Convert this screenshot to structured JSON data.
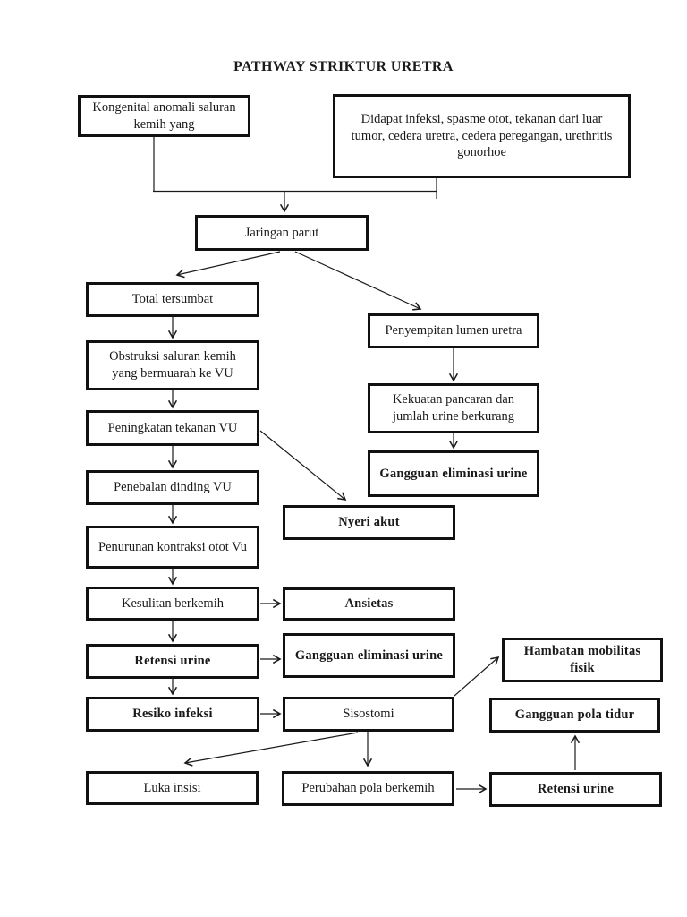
{
  "title": "PATHWAY STRIKTUR URETRA",
  "colors": {
    "ink": "#1a1a1a",
    "border": "#111111",
    "background": "#ffffff"
  },
  "nodes": {
    "kongenital": {
      "label": "Kongenital anomali saluran kemih yang",
      "emphasis": "normal"
    },
    "didapat": {
      "label": "Didapat infeksi, spasme otot, tekanan dari luar tumor, cedera uretra, cedera peregangan, urethritis gonorhoe",
      "emphasis": "normal"
    },
    "jaringan_parut": {
      "label": "Jaringan parut",
      "emphasis": "normal"
    },
    "total_tersumbat": {
      "label": "Total tersumbat",
      "emphasis": "normal"
    },
    "obstruksi": {
      "label": "Obstruksi saluran kemih yang bermuarah ke VU",
      "emphasis": "normal"
    },
    "peningkatan_tekanan": {
      "label": "Peningkatan tekanan VU",
      "emphasis": "normal"
    },
    "penebalan_dinding": {
      "label": "Penebalan dinding  VU",
      "emphasis": "normal"
    },
    "penurunan_kontraksi": {
      "label": "Penurunan kontraksi otot Vu",
      "emphasis": "normal"
    },
    "kesulitan_berkemih": {
      "label": "Kesulitan berkemih",
      "emphasis": "normal"
    },
    "retensi_urine_kiri": {
      "label": "Retensi urine",
      "emphasis": "bold"
    },
    "resiko_infeksi": {
      "label": "Resiko infeksi",
      "emphasis": "bold"
    },
    "penyempitan_lumen": {
      "label": "Penyempitan lumen uretra",
      "emphasis": "normal"
    },
    "kekuatan_pancaran": {
      "label": "Kekuatan pancaran dan jumlah urine berkurang",
      "emphasis": "normal"
    },
    "gangguan_eliminasi_kanan": {
      "label": "Gangguan eliminasi urine",
      "emphasis": "bold"
    },
    "nyeri_akut": {
      "label": "Nyeri akut",
      "emphasis": "bold"
    },
    "ansietas": {
      "label": "Ansietas",
      "emphasis": "bold"
    },
    "gangguan_eliminasi_tengah": {
      "label": "Gangguan eliminasi urine",
      "emphasis": "bold"
    },
    "sisostomi": {
      "label": "Sisostomi",
      "emphasis": "normal"
    },
    "hambatan_mobilitas": {
      "label": "Hambatan mobilitas fisik",
      "emphasis": "bold"
    },
    "gangguan_pola_tidur": {
      "label": "Gangguan pola tidur",
      "emphasis": "bold"
    },
    "luka_insisi": {
      "label": "Luka insisi",
      "emphasis": "normal"
    },
    "perubahan_pola": {
      "label": "Perubahan pola berkemih",
      "emphasis": "normal"
    },
    "retensi_urine_bawah": {
      "label": "Retensi urine",
      "emphasis": "bold"
    }
  },
  "edges": [
    {
      "from": "kongenital",
      "to": "jaringan_parut"
    },
    {
      "from": "didapat",
      "to": "jaringan_parut"
    },
    {
      "from": "jaringan_parut",
      "to": "total_tersumbat"
    },
    {
      "from": "jaringan_parut",
      "to": "penyempitan_lumen"
    },
    {
      "from": "total_tersumbat",
      "to": "obstruksi"
    },
    {
      "from": "obstruksi",
      "to": "peningkatan_tekanan"
    },
    {
      "from": "peningkatan_tekanan",
      "to": "penebalan_dinding"
    },
    {
      "from": "peningkatan_tekanan",
      "to": "nyeri_akut"
    },
    {
      "from": "penebalan_dinding",
      "to": "penurunan_kontraksi"
    },
    {
      "from": "penurunan_kontraksi",
      "to": "kesulitan_berkemih"
    },
    {
      "from": "kesulitan_berkemih",
      "to": "ansietas"
    },
    {
      "from": "kesulitan_berkemih",
      "to": "retensi_urine_kiri"
    },
    {
      "from": "retensi_urine_kiri",
      "to": "gangguan_eliminasi_tengah"
    },
    {
      "from": "retensi_urine_kiri",
      "to": "resiko_infeksi"
    },
    {
      "from": "resiko_infeksi",
      "to": "sisostomi"
    },
    {
      "from": "penyempitan_lumen",
      "to": "kekuatan_pancaran"
    },
    {
      "from": "kekuatan_pancaran",
      "to": "gangguan_eliminasi_kanan"
    },
    {
      "from": "sisostomi",
      "to": "hambatan_mobilitas"
    },
    {
      "from": "sisostomi",
      "to": "luka_insisi"
    },
    {
      "from": "sisostomi",
      "to": "perubahan_pola"
    },
    {
      "from": "perubahan_pola",
      "to": "retensi_urine_bawah"
    },
    {
      "from": "retensi_urine_bawah",
      "to": "gangguan_pola_tidur"
    }
  ]
}
